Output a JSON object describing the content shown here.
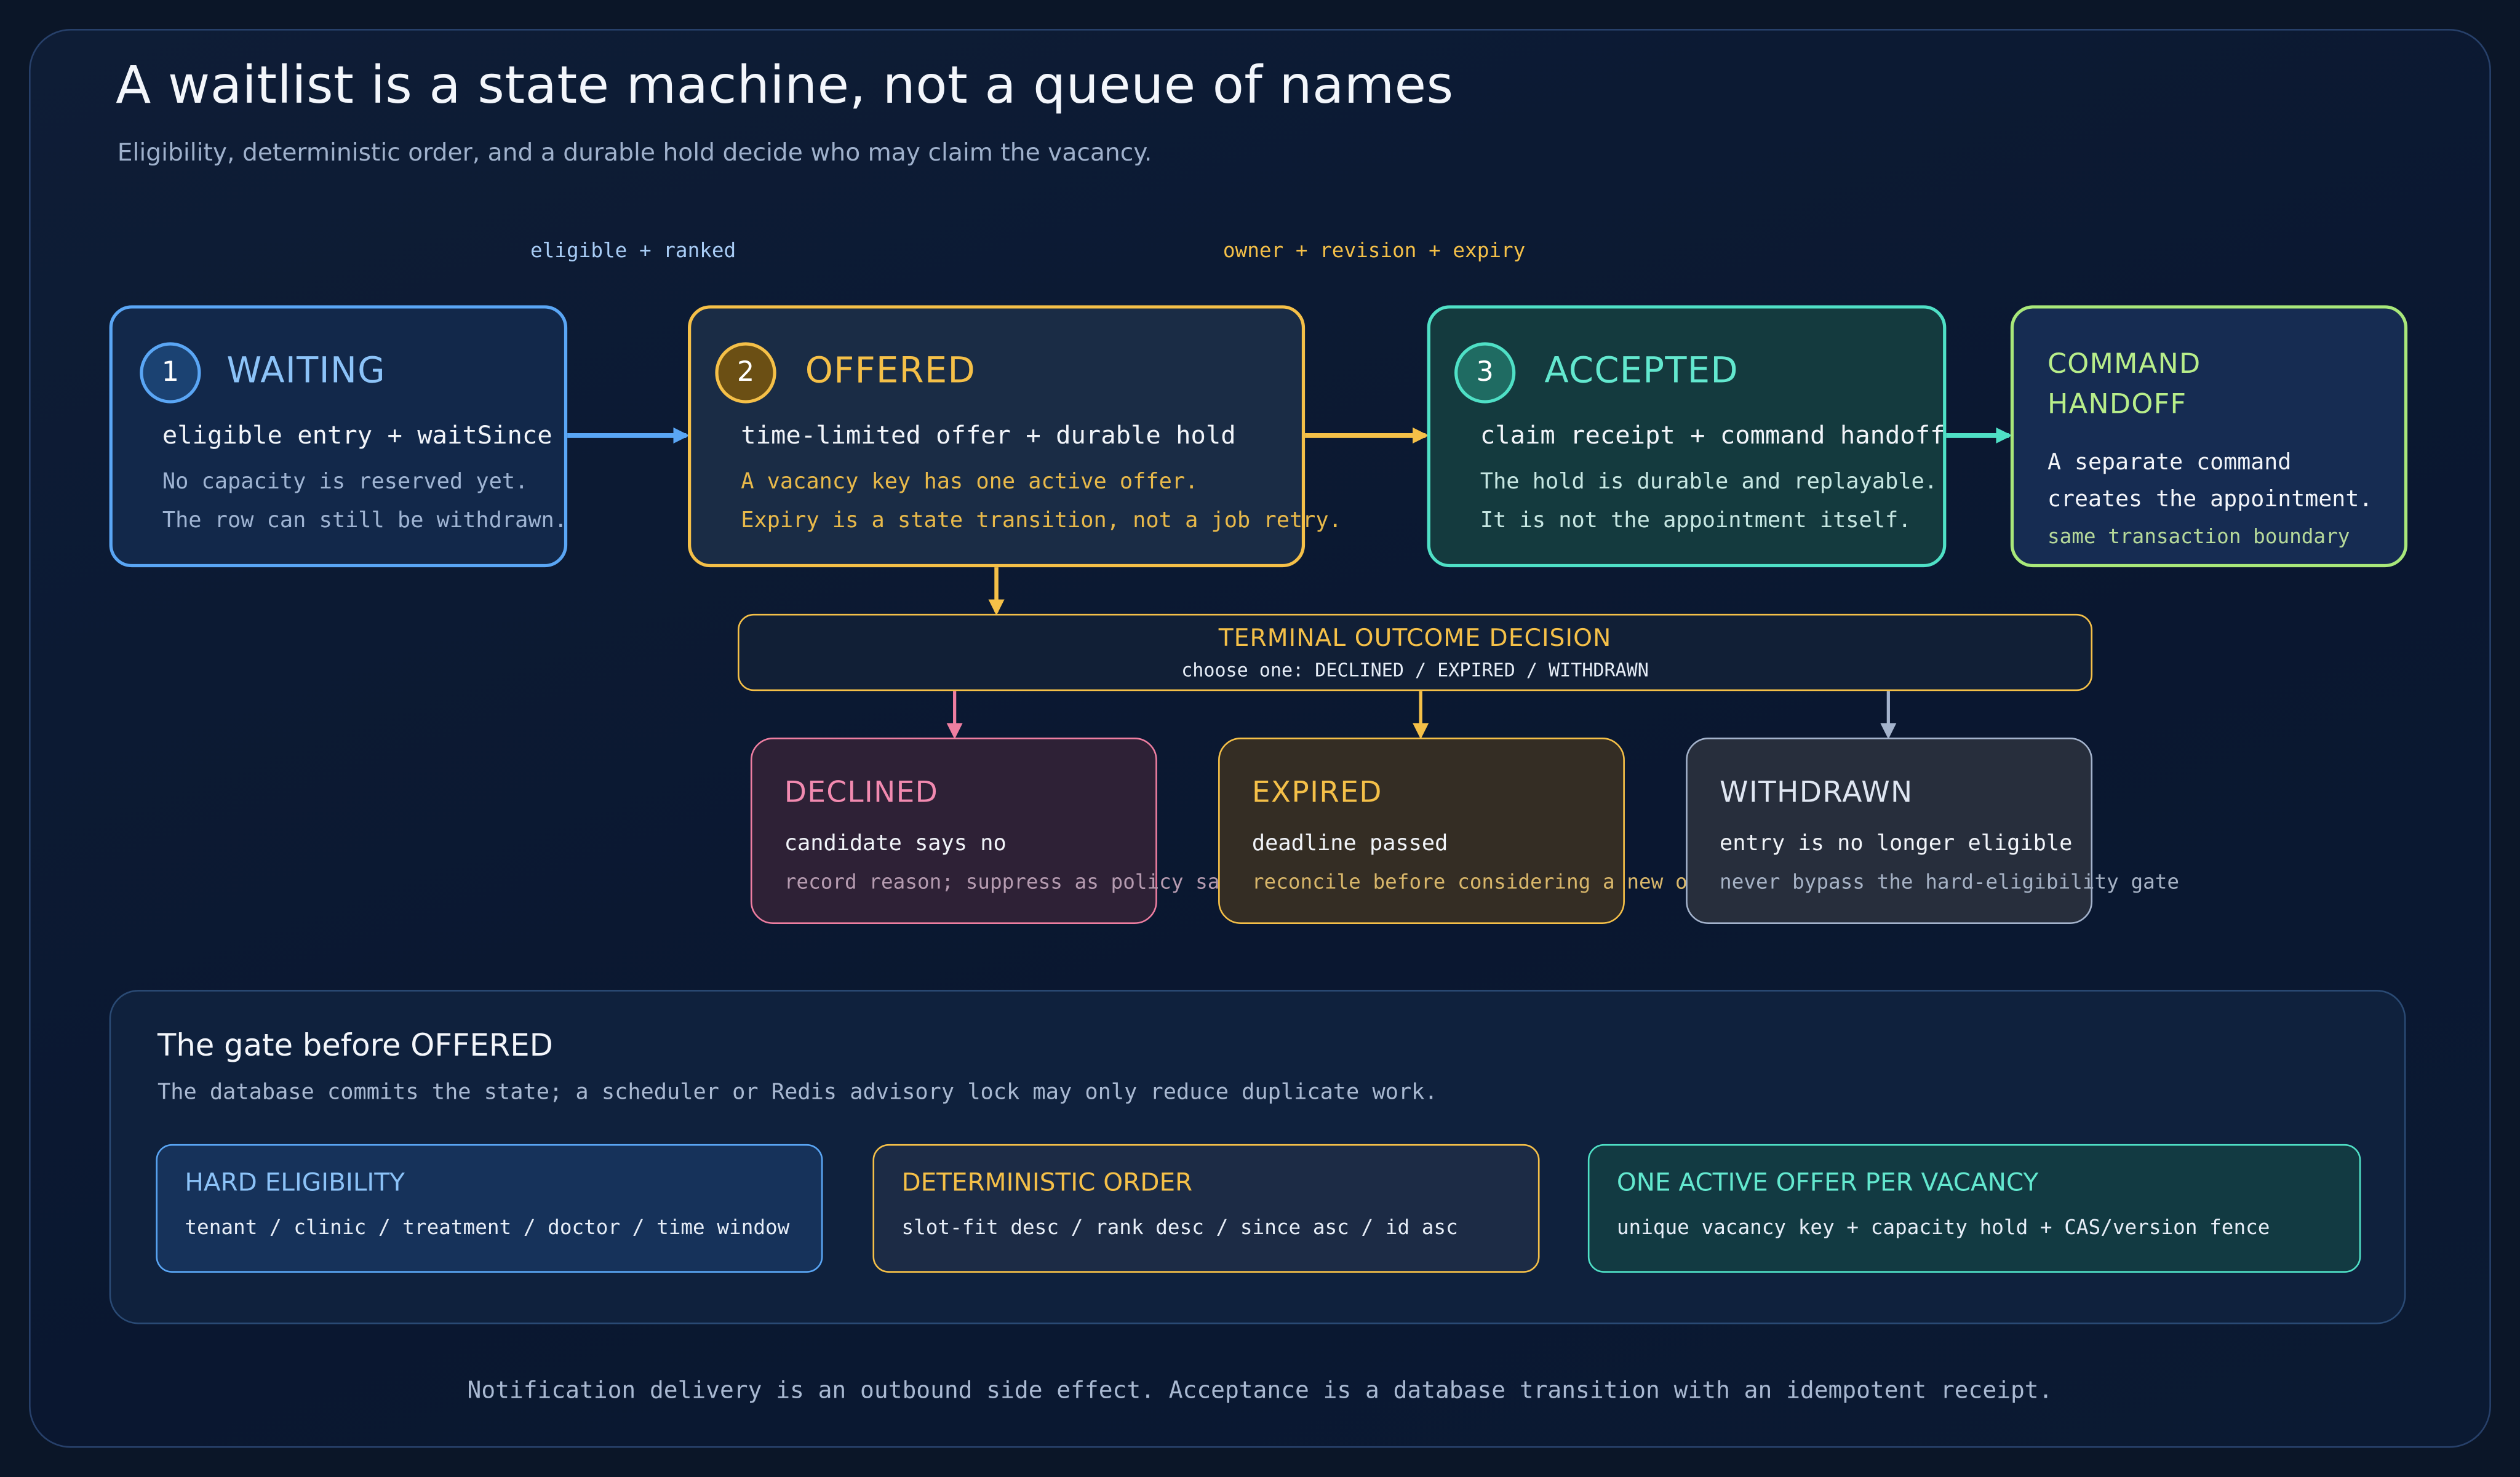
{
  "title": "A waitlist is a state machine, not a queue of names",
  "subtitle": "Eligibility, deterministic order, and a durable hold decide who may claim the vacancy.",
  "edge_labels": {
    "waiting_to_offered": "eligible + ranked",
    "offered_to_accepted": "owner + revision + expiry"
  },
  "states": {
    "waiting": {
      "number": "1",
      "name": "WAITING",
      "headline": "eligible entry + waitSince",
      "detail_1": "No capacity is reserved yet.",
      "detail_2": "The row can still be withdrawn."
    },
    "offered": {
      "number": "2",
      "name": "OFFERED",
      "headline": "time-limited offer + durable hold",
      "detail_1": "A vacancy key has one active offer.",
      "detail_2": "Expiry is a state transition, not a job retry."
    },
    "accepted": {
      "number": "3",
      "name": "ACCEPTED",
      "headline": "claim receipt + command handoff",
      "detail_1": "The hold is durable and replayable.",
      "detail_2": "It is not the appointment itself."
    },
    "handoff": {
      "name_1": "COMMAND",
      "name_2": "HANDOFF",
      "detail_1": "A separate command",
      "detail_2": "creates the appointment.",
      "note": "same transaction boundary"
    }
  },
  "decision": {
    "title": "TERMINAL OUTCOME DECISION",
    "subtitle": "choose one: DECLINED / EXPIRED / WITHDRAWN"
  },
  "outcomes": [
    {
      "name": "DECLINED",
      "headline": "candidate says no",
      "note": "record reason; suppress as policy says"
    },
    {
      "name": "EXPIRED",
      "headline": "deadline passed",
      "note": "reconcile before considering a new offer"
    },
    {
      "name": "WITHDRAWN",
      "headline": "entry is no longer eligible",
      "note": "never bypass the hard-eligibility gate"
    }
  ],
  "gate": {
    "title": "The gate before OFFERED",
    "subtitle": "The database commits the state; a scheduler or Redis advisory lock may only reduce duplicate work.",
    "items": [
      {
        "title": "HARD ELIGIBILITY",
        "body": "tenant / clinic / treatment / doctor / time window"
      },
      {
        "title": "DETERMINISTIC ORDER",
        "body": "slot-fit desc / rank desc / since asc / id asc"
      },
      {
        "title": "ONE ACTIVE OFFER PER VACANCY",
        "body": "unique vacancy key + capacity hold + CAS/version fence"
      }
    ]
  },
  "footer": "Notification delivery is an outbound side effect. Acceptance is a database transition with an idempotent receipt.",
  "colors": {
    "blue": "#5aa6f5",
    "amber": "#f5c048",
    "teal": "#4fe0c6",
    "lime": "#a9e87a",
    "pink": "#ee7ea1",
    "slate": "#a4b3cc"
  }
}
